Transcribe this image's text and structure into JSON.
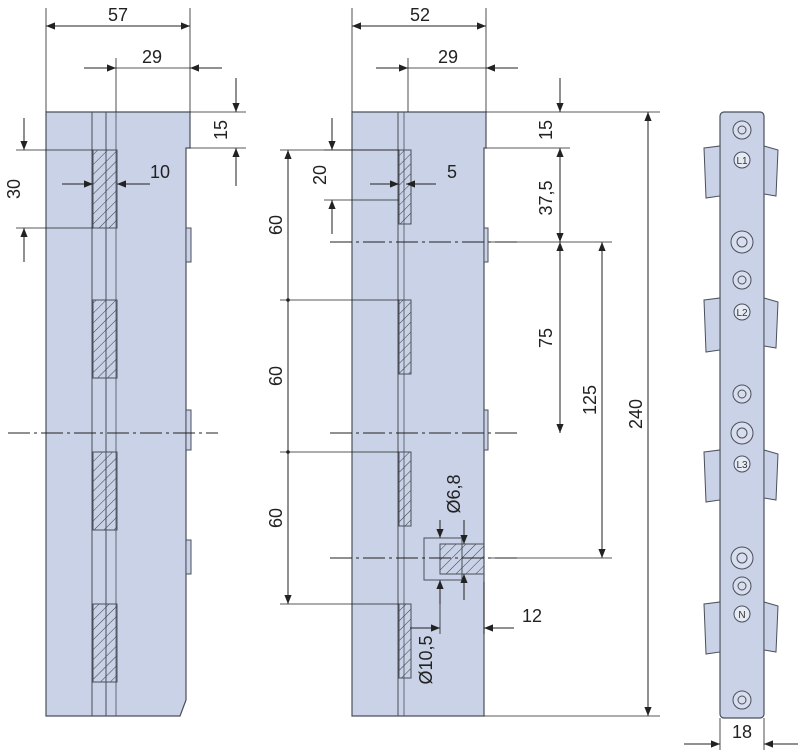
{
  "colors": {
    "body_fill": "#c9d2e6",
    "body_stroke": "#4a4f5a",
    "dim_line": "#222222",
    "hatch": "#3a3f4a",
    "background": "#ffffff"
  },
  "view_left": {
    "dims": {
      "overall_width": "57",
      "inner_width": "29",
      "top_offset": "15",
      "slot_height": "30",
      "slot_width": "10"
    }
  },
  "view_middle": {
    "dims": {
      "overall_width": "52",
      "inner_width": "29",
      "top_offset": "15",
      "slot_height": "20",
      "slot_width": "5",
      "pitch_1": "60",
      "pitch_2": "60",
      "pitch_3": "60",
      "first_hole": "37,5",
      "hole_pitch": "75",
      "center_to_hole": "125",
      "total_height": "240",
      "bore_small": "Ø6,8",
      "bore_large": "Ø10,5",
      "depth": "12"
    }
  },
  "view_right": {
    "dims": {
      "width": "18"
    },
    "terminal_labels": [
      "L1",
      "L2",
      "L3",
      "N"
    ]
  }
}
